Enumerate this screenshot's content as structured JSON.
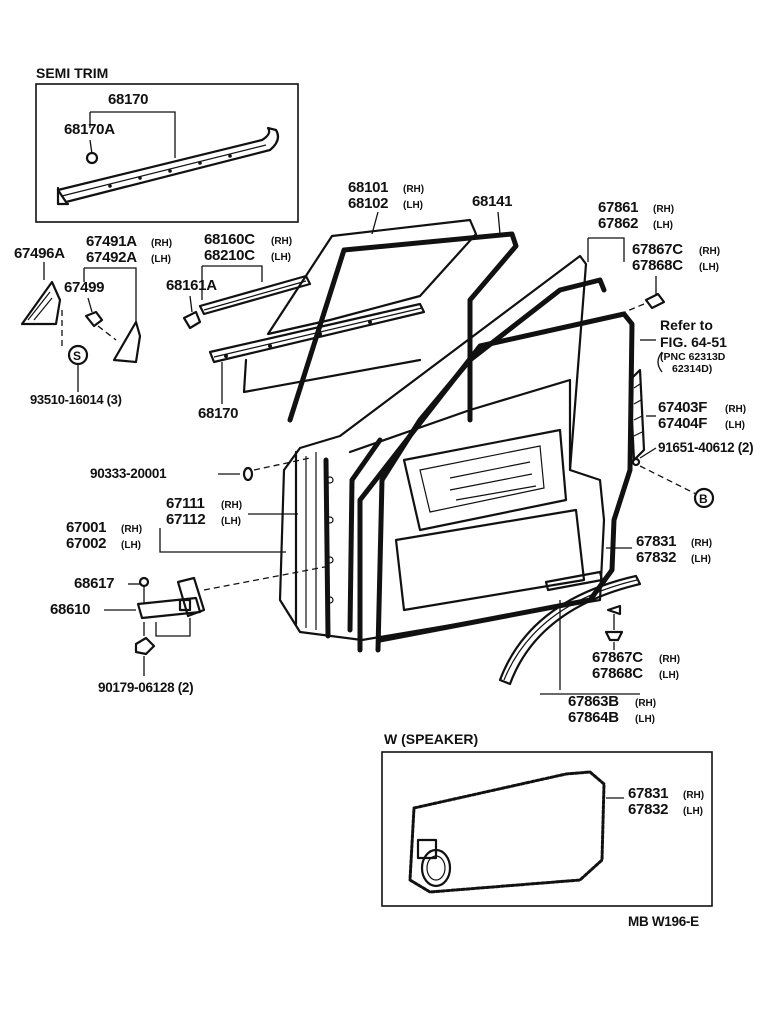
{
  "diagram": {
    "inset_semi_trim": {
      "title": "SEMI TRIM",
      "part_a": "68170",
      "part_b": "68170A"
    },
    "inset_speaker": {
      "title": "W (SPEAKER)",
      "part_a": "67831",
      "part_a_sfx": "(RH)",
      "part_b": "67832",
      "part_b_sfx": "(LH)"
    },
    "refer_note": {
      "line1": "Refer to",
      "line2": "FIG. 64-51",
      "line3": "(PNC 62313D",
      "line4": "62314D)"
    },
    "drawing_code": "MB  W196-E",
    "callout_symbols": {
      "s": "S",
      "b": "B"
    },
    "labels": {
      "p67496a": "67496A",
      "p67491a": "67491A",
      "p67491a_sfx": "(RH)",
      "p67492a": "67492A",
      "p67492a_sfx": "(LH)",
      "p67499": "67499",
      "p93510": "93510-16014 (3)",
      "p68160c": "68160C",
      "p68160c_sfx": "(RH)",
      "p68210c": "68210C",
      "p68210c_sfx": "(LH)",
      "p68161a": "68161A",
      "p68170": "68170",
      "p68101": "68101",
      "p68101_sfx": "(RH)",
      "p68102": "68102",
      "p68102_sfx": "(LH)",
      "p68141": "68141",
      "p67861": "67861",
      "p67861_sfx": "(RH)",
      "p67862": "67862",
      "p67862_sfx": "(LH)",
      "p67867c_top": "67867C",
      "p67867c_top_sfx": "(RH)",
      "p67868c_top": "67868C",
      "p67868c_top_sfx": "(LH)",
      "p67403f": "67403F",
      "p67403f_sfx": "(RH)",
      "p67404f": "67404F",
      "p67404f_sfx": "(LH)",
      "p91651": "91651-40612 (2)",
      "p90333": "90333-20001",
      "p67111": "67111",
      "p67111_sfx": "(RH)",
      "p67112": "67112",
      "p67112_sfx": "(LH)",
      "p67001": "67001",
      "p67001_sfx": "(RH)",
      "p67002": "67002",
      "p67002_sfx": "(LH)",
      "p67831": "67831",
      "p67831_sfx": "(RH)",
      "p67832": "67832",
      "p67832_sfx": "(LH)",
      "p68617": "68617",
      "p68610": "68610",
      "p90179": "90179-06128 (2)",
      "p67867c_bot": "67867C",
      "p67867c_bot_sfx": "(RH)",
      "p67868c_bot": "67868C",
      "p67868c_bot_sfx": "(LH)",
      "p67863b": "67863B",
      "p67863b_sfx": "(RH)",
      "p67864b": "67864B",
      "p67864b_sfx": "(LH)"
    }
  }
}
